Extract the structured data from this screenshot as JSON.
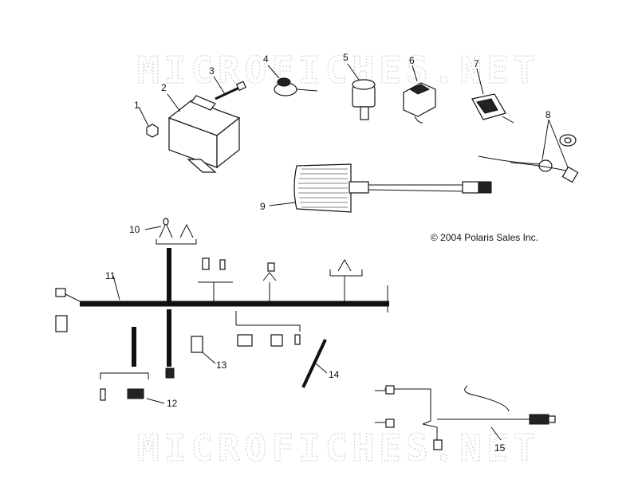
{
  "watermark": {
    "top": "MICROFICHES.NET",
    "bottom": "MICROFICHES.NET"
  },
  "copyright": "© 2004 Polaris Sales Inc.",
  "callouts": [
    "1",
    "2",
    "3",
    "4",
    "5",
    "6",
    "7",
    "8",
    "9",
    "10",
    "11",
    "12",
    "13",
    "14",
    "15"
  ]
}
